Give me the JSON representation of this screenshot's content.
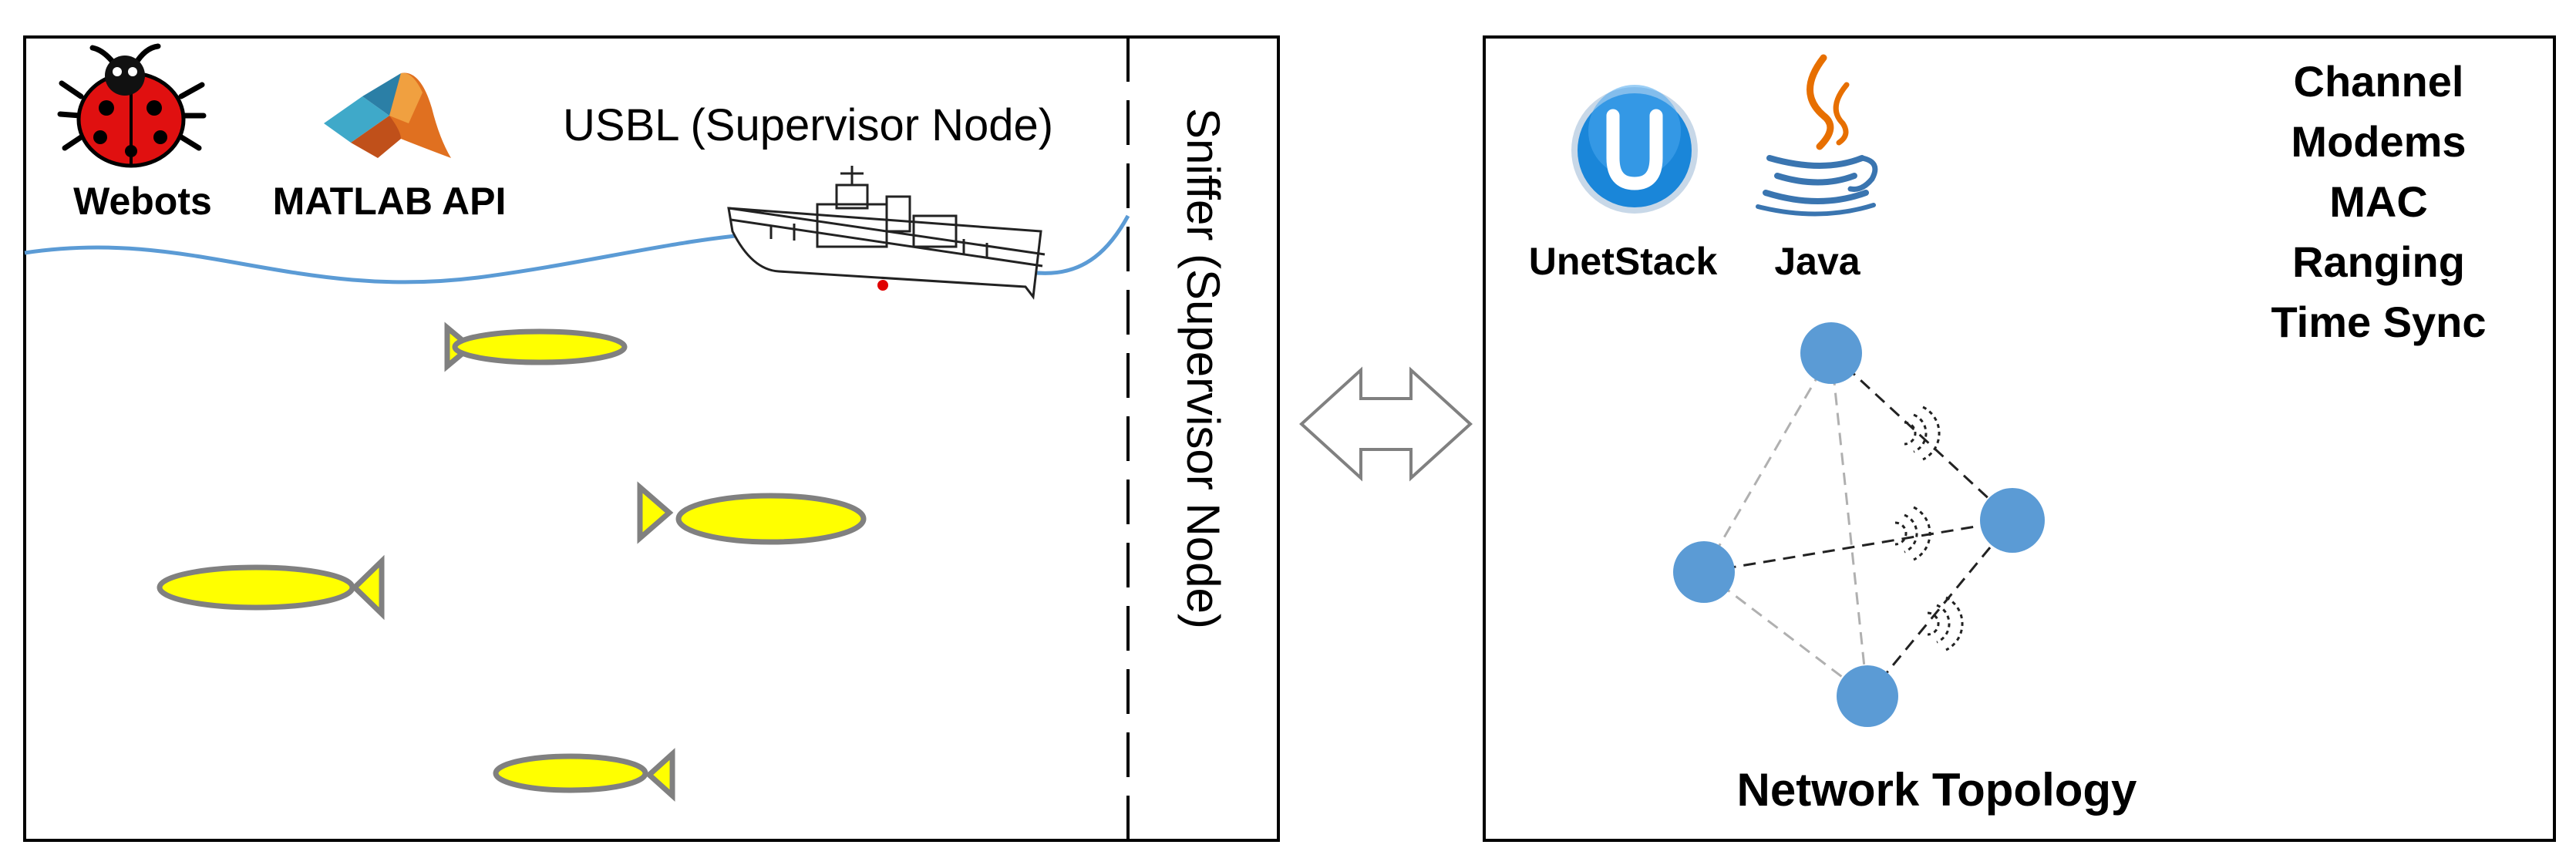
{
  "left_panel": {
    "logos": {
      "webots": "Webots",
      "matlab": "MATLAB API"
    },
    "usbl_label": "USBL (Supervisor Node)",
    "sniffer_label": "Sniffer (Supervisor Node)"
  },
  "right_panel": {
    "logos": {
      "unetstack": "UnetStack",
      "java": "Java"
    },
    "features": [
      "Channel",
      "Modems",
      "MAC",
      "Ranging",
      "Time Sync"
    ],
    "topology_label": "Network Topology"
  },
  "colors": {
    "fish_body": "#ffff00",
    "fish_outline": "#808080",
    "water_line": "#5b9bd5",
    "node": "#5b9bd5",
    "border": "#000000"
  },
  "icons": [
    "ladybug-icon",
    "matlab-icon",
    "unetstack-icon",
    "java-icon",
    "ship-icon",
    "acoustic-wave-icon",
    "double-arrow-icon"
  ]
}
